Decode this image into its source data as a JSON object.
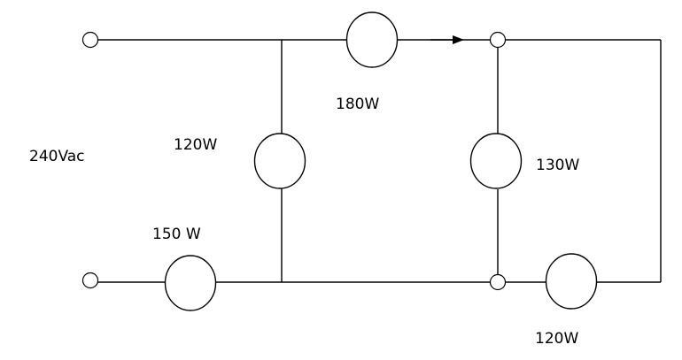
{
  "diagram": {
    "source_label": "240Vac",
    "lamps": {
      "top_series": "180W",
      "middle_shunt": "120W",
      "bottom_left_series": "150 W",
      "right_shunt": "130W",
      "bottom_right_series": "120W"
    }
  }
}
